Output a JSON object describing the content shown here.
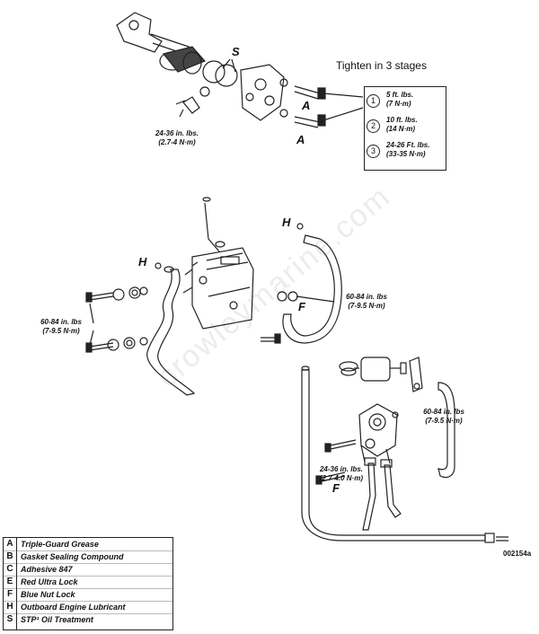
{
  "tighten_title": "Tighten in 3 stages",
  "stages": [
    {
      "num": "1",
      "line1": "5 ft. lbs.",
      "line2": "(7 N·m)"
    },
    {
      "num": "2",
      "line1": "10 ft. lbs.",
      "line2": "(14 N·m)"
    },
    {
      "num": "3",
      "line1": "24-26 Ft. lbs.",
      "line2": "(33-35 N·m)"
    }
  ],
  "callouts": {
    "s_top": "S",
    "a_upper": "A",
    "a_lower": "A",
    "torque_top": {
      "line1": "24-36 in. lbs.",
      "line2": "(2.7-4 N·m)"
    },
    "h_left": "H",
    "h_right": "H",
    "f_mid": "F",
    "torque_left": {
      "line1": "60-84 in. lbs",
      "line2": "(7-9.5 N·m)"
    },
    "torque_mid": {
      "line1": "60-84 in. lbs",
      "line2": "(7-9.5 N·m)"
    },
    "torque_right": {
      "line1": "60-84 in. lbs",
      "line2": "(7-9.5 N·m)"
    },
    "torque_bottom": {
      "line1": "24-36 in. lbs.",
      "line2": "(2.7-4.0 N·m)"
    },
    "f_bottom": "F"
  },
  "legend": [
    {
      "code": "A",
      "name": "Triple-Guard Grease"
    },
    {
      "code": "B",
      "name": "Gasket Sealing Compound"
    },
    {
      "code": "C",
      "name": "Adhesive 847"
    },
    {
      "code": "E",
      "name": "Red Ultra Lock"
    },
    {
      "code": "F",
      "name": "Blue Nut Lock"
    },
    {
      "code": "H",
      "name": "Outboard Engine Lubricant"
    },
    {
      "code": "S",
      "name": "STP¹ Oil Treatment"
    }
  ],
  "reference": "002154a",
  "watermark": "crowleymarine.com"
}
